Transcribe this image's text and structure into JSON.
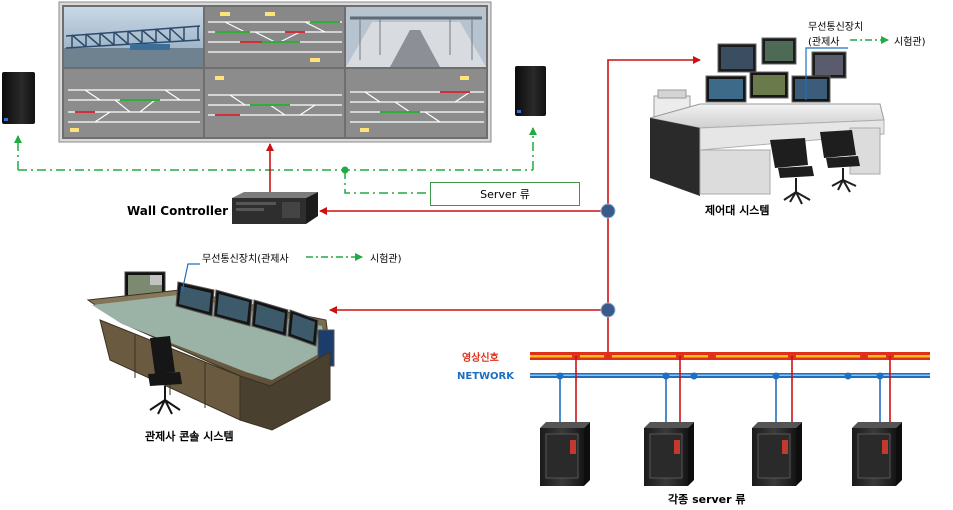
{
  "labels": {
    "wall_controller": "Wall Controller",
    "server_group_box": "Server 류",
    "control_desk_system": "제어대 시스템",
    "radio_device_top_line1": "무선통신장치",
    "radio_device_top_line2_left": "(관제사",
    "radio_device_top_line2_right": "시험관)",
    "radio_device_console_left": "무선통신장치(관제사",
    "radio_device_console_right": "시험관)",
    "console_system": "관제사 콘솔 시스템",
    "video_signal": "영상신호",
    "network": "NETWORK",
    "various_servers": "각종 server 류"
  },
  "colors": {
    "red_line": "#cc1111",
    "green_dashdot": "#22aa44",
    "video_bus": "#e0301a",
    "video_bus_highlight": "#f7c21a",
    "network_bus": "#1e6fc0",
    "node": "#3a5a8a"
  }
}
